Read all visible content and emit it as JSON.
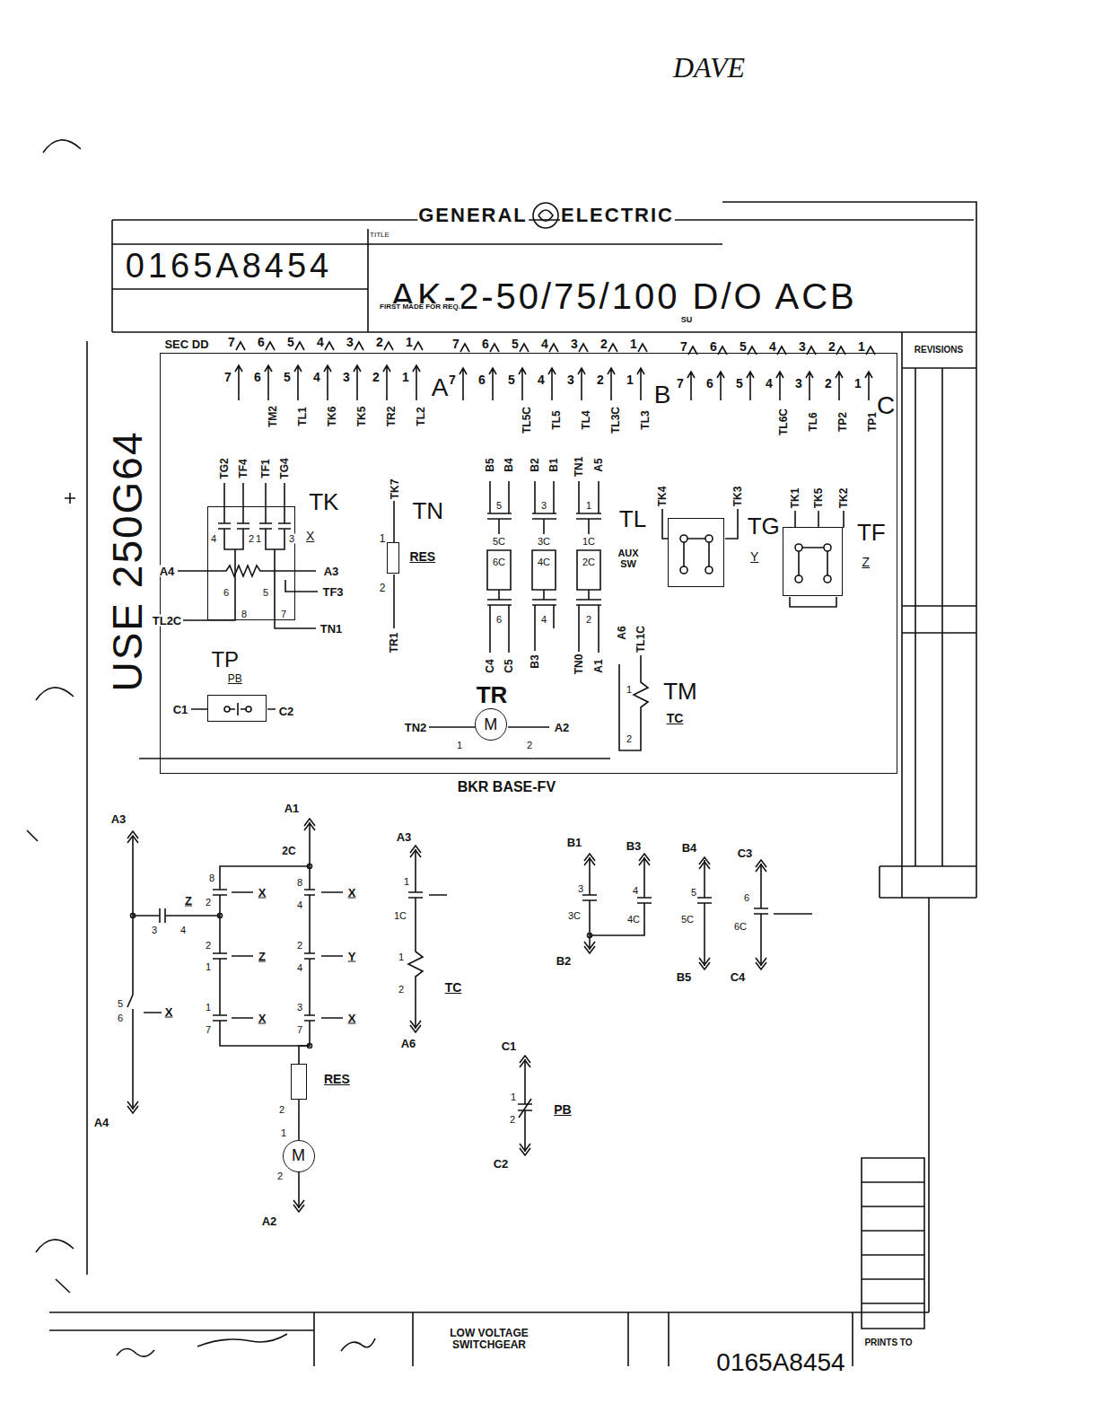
{
  "diagram": {
    "title": "AK-2-50/75/100 D/O ACB",
    "nodes": [
      {
        "text": [
          "BKR BASE-FV"
        ]
      },
      {
        "text": [
          "TK",
          "X"
        ],
        "in": 0
      },
      {
        "text": [
          "TN",
          "RES"
        ],
        "in": 0
      },
      {
        "text": [
          "TG",
          "Y"
        ],
        "in": 0
      },
      {
        "text": [
          "TF",
          "Z"
        ],
        "in": 0
      },
      {
        "text": [
          "TP",
          "PB"
        ],
        "in": 0
      },
      {
        "text": [
          "M"
        ],
        "in": 0
      },
      {
        "text": [
          "RES"
        ]
      },
      {
        "text": [
          "M"
        ]
      }
    ],
    "edges": [
      {
        "from": 7,
        "to": 8,
        "arrow": "none"
      }
    ],
    "labels": [
      "DAVE",
      "GENERAL",
      "ELECTRIC",
      "TITLE",
      "0165A8454",
      "FIRST MADE FOR REQ.",
      "SU",
      "USE 250G64",
      "REVISIONS",
      "SEC DD",
      "7",
      "6",
      "5",
      "4",
      "3",
      "2",
      "1",
      "7",
      "6",
      "5",
      "4",
      "3",
      "2",
      "1",
      "A",
      "7",
      "6",
      "5",
      "4",
      "3",
      "2",
      "1",
      "7",
      "6",
      "5",
      "4",
      "3",
      "2",
      "1",
      "B",
      "7",
      "6",
      "5",
      "4",
      "3",
      "2",
      "1",
      "7",
      "6",
      "5",
      "4",
      "3",
      "2",
      "1",
      "C",
      "TM2",
      "TL1",
      "TK6",
      "TK5",
      "TR2",
      "TL2",
      "TL5C",
      "TL5",
      "TL4",
      "TL3C",
      "TL3",
      "TL6C",
      "TL6",
      "TP2",
      "TP1",
      "TG2",
      "TF4",
      "TF1",
      "TG4",
      "4",
      "2",
      "1",
      "3",
      "6",
      "5",
      "8",
      "7",
      "A4",
      "A3",
      "TF3",
      "TL2C",
      "TN1",
      "TK7",
      "1",
      "2",
      "TR1",
      "B5",
      "B4",
      "B2",
      "B1",
      "TN1",
      "A5",
      "5",
      "3",
      "1",
      "5C",
      "3C",
      "1C",
      "6C",
      "4C",
      "2C",
      "6",
      "4",
      "2",
      "C4",
      "C5",
      "B3",
      "TN0",
      "A1",
      "TL",
      "AUX SW",
      "TR",
      "TN2",
      "1",
      "2",
      "A2",
      "A6",
      "TL1C",
      "1",
      "2",
      "TM",
      "TC",
      "TK4",
      "TK3",
      "TK1",
      "TK5",
      "TK2",
      "C1",
      "C2",
      "A3",
      "Z",
      "3",
      "4",
      "5",
      "6",
      "X",
      "A4",
      "A1",
      "2C",
      "8",
      "2",
      "X",
      "8",
      "4",
      "X",
      "2",
      "1",
      "Z",
      "2",
      "4",
      "Y",
      "1",
      "7",
      "X",
      "3",
      "7",
      "X",
      "2",
      "1",
      "2",
      "A2",
      "A3",
      "1",
      "1C",
      "1",
      "2",
      "TC",
      "A6",
      "B1",
      "B3",
      "B4",
      "C3",
      "3",
      "3C",
      "4",
      "4C",
      "5",
      "5C",
      "6",
      "6C",
      "B2",
      "B5",
      "C4",
      "C1",
      "1",
      "2",
      "PB",
      "C2",
      "LOW VOLTAGE SWITCHGEAR",
      "PRINTS TO",
      "0165A8454"
    ]
  }
}
